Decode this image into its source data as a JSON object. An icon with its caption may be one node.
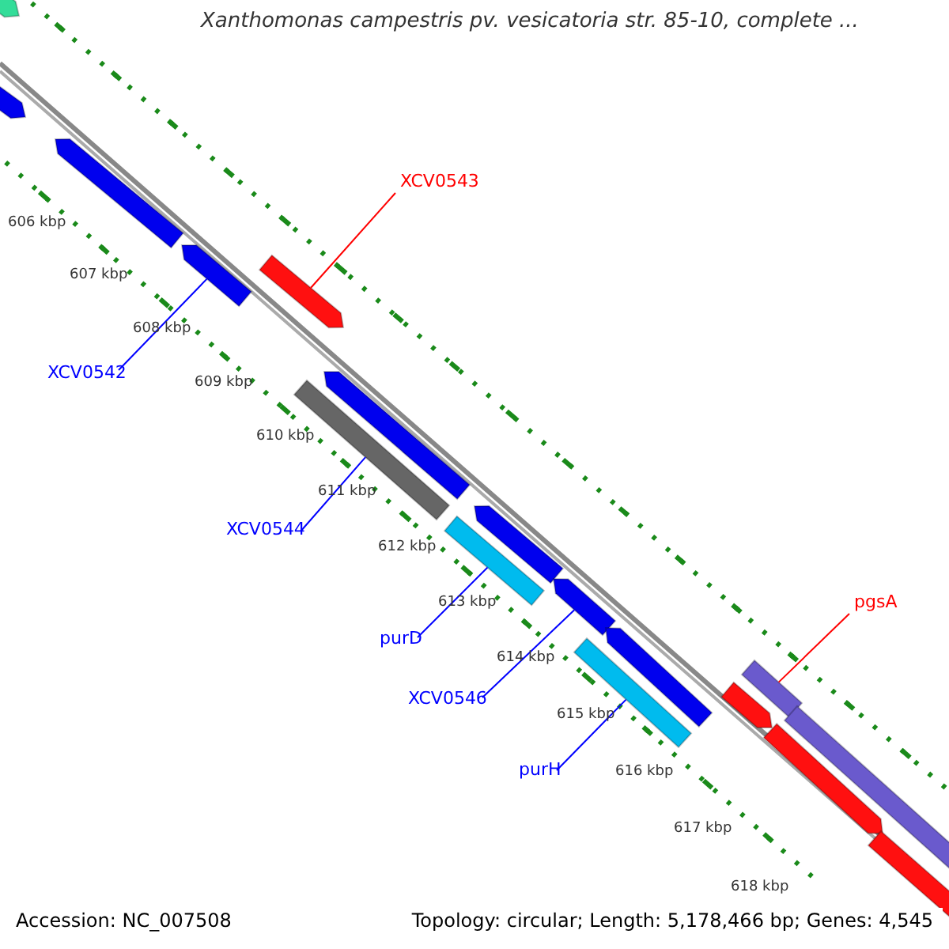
{
  "diagram": {
    "title": "Xanthomonas campestris pv. vesicatoria str. 85-10, complete ...",
    "nodes": [
      {
        "text": [],
        "shape": "bar"
      },
      {
        "text": [],
        "shape": "bar"
      },
      {
        "text": [],
        "shape": "bar"
      },
      {
        "text": [],
        "shape": "bar"
      },
      {
        "text": [],
        "shape": "bar"
      },
      {
        "text": [],
        "shape": "bar"
      },
      {
        "text": [],
        "shape": "bar"
      },
      {
        "text": [],
        "shape": "bar"
      },
      {
        "text": [],
        "shape": "bar"
      },
      {
        "text": [],
        "shape": "bar"
      },
      {
        "text": [],
        "shape": "bar"
      },
      {
        "text": [],
        "shape": "bar"
      },
      {
        "text": [],
        "shape": "bar"
      },
      {
        "text": [],
        "shape": "bar"
      },
      {
        "text": [],
        "shape": "bar"
      },
      {
        "text": [],
        "shape": "bar"
      },
      {
        "text": [],
        "shape": "bar"
      },
      {
        "text": [
          "XCV0543"
        ]
      },
      {
        "text": [
          "XCV0542"
        ]
      },
      {
        "text": [
          "XCV0544"
        ]
      },
      {
        "text": [
          "purD"
        ]
      },
      {
        "text": [
          "XCV0546"
        ]
      },
      {
        "text": [
          "purH"
        ]
      },
      {
        "text": [
          "pgsA"
        ]
      }
    ],
    "edges": [
      {
        "from": 17,
        "to": 4,
        "arrow": "none",
        "color": "#ff0000"
      },
      {
        "from": 18,
        "to": 3,
        "arrow": "none"
      },
      {
        "from": 19,
        "to": 5,
        "arrow": "none"
      },
      {
        "from": 20,
        "to": 7,
        "arrow": "none"
      },
      {
        "from": 21,
        "to": 9,
        "arrow": "none"
      },
      {
        "from": 22,
        "to": 10,
        "arrow": "none"
      },
      {
        "from": 23,
        "to": 13,
        "arrow": "none",
        "color": "#ff0000"
      }
    ],
    "labels": [
      "606 kbp",
      "607 kbp",
      "608 kbp",
      "609 kbp",
      "610 kbp",
      "611 kbp",
      "612 kbp",
      "613 kbp",
      "614 kbp",
      "615 kbp",
      "616 kbp",
      "617 kbp",
      "618 kbp",
      "Accession: NC_007508",
      "Topology: circular; Length: 5,178,466 bp; Genes: 4,545"
    ]
  }
}
